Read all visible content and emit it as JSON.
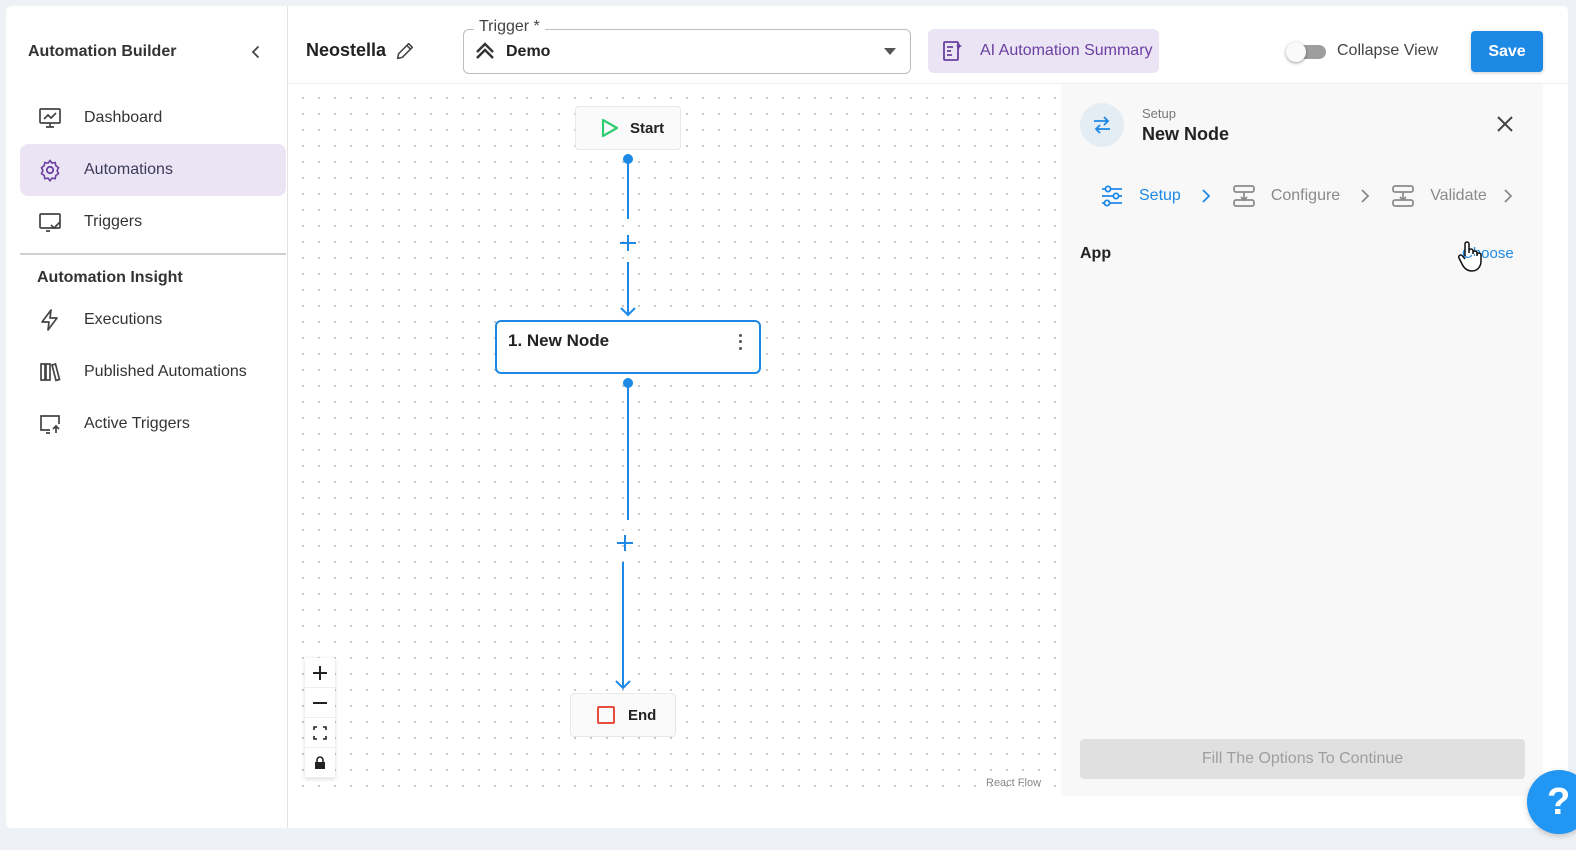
{
  "sidebar": {
    "title": "Automation Builder",
    "items": [
      {
        "label": "Dashboard",
        "icon": "dashboard-icon"
      },
      {
        "label": "Automations",
        "icon": "automations-gear-icon",
        "active": true
      },
      {
        "label": "Triggers",
        "icon": "triggers-icon"
      }
    ],
    "section_title": "Automation Insight",
    "insight_items": [
      {
        "label": "Executions",
        "icon": "lightning-icon"
      },
      {
        "label": "Published Automations",
        "icon": "books-icon"
      },
      {
        "label": "Active Triggers",
        "icon": "active-triggers-icon"
      }
    ]
  },
  "topbar": {
    "project_name": "Neostella",
    "trigger_label": "Trigger *",
    "trigger_value": "Demo",
    "ai_summary_label": "AI Automation Summary",
    "collapse_view_label": "Collapse View",
    "collapse_view_on": false,
    "save_label": "Save"
  },
  "canvas": {
    "start_label": "Start",
    "node_label": "1. New Node",
    "end_label": "End",
    "attribution": "React Flow",
    "zoom_in": "+",
    "zoom_out": "−"
  },
  "panel": {
    "subtitle": "Setup",
    "title": "New Node",
    "steps": [
      {
        "label": "Setup",
        "active": true
      },
      {
        "label": "Configure",
        "active": false
      },
      {
        "label": "Validate",
        "active": false
      }
    ],
    "app_label": "App",
    "choose_label": "Choose",
    "continue_label": "Fill The Options To Continue"
  },
  "help": {
    "label": "?"
  },
  "colors": {
    "accent": "#1e88e5",
    "active_bg": "#ebe4f4",
    "ai_text": "#6a3fa0",
    "start_green": "#2ecc71",
    "end_red": "#e74c3c"
  }
}
